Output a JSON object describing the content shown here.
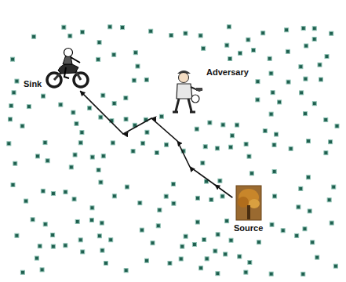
{
  "diagram": {
    "nodes": [
      {
        "text": [
          "Sink"
        ]
      },
      {
        "text": [
          "Adversary"
        ]
      },
      {
        "text": [
          "Source"
        ]
      }
    ],
    "edges": [
      {
        "from": 2,
        "to": 0,
        "arrow": "to"
      }
    ]
  }
}
